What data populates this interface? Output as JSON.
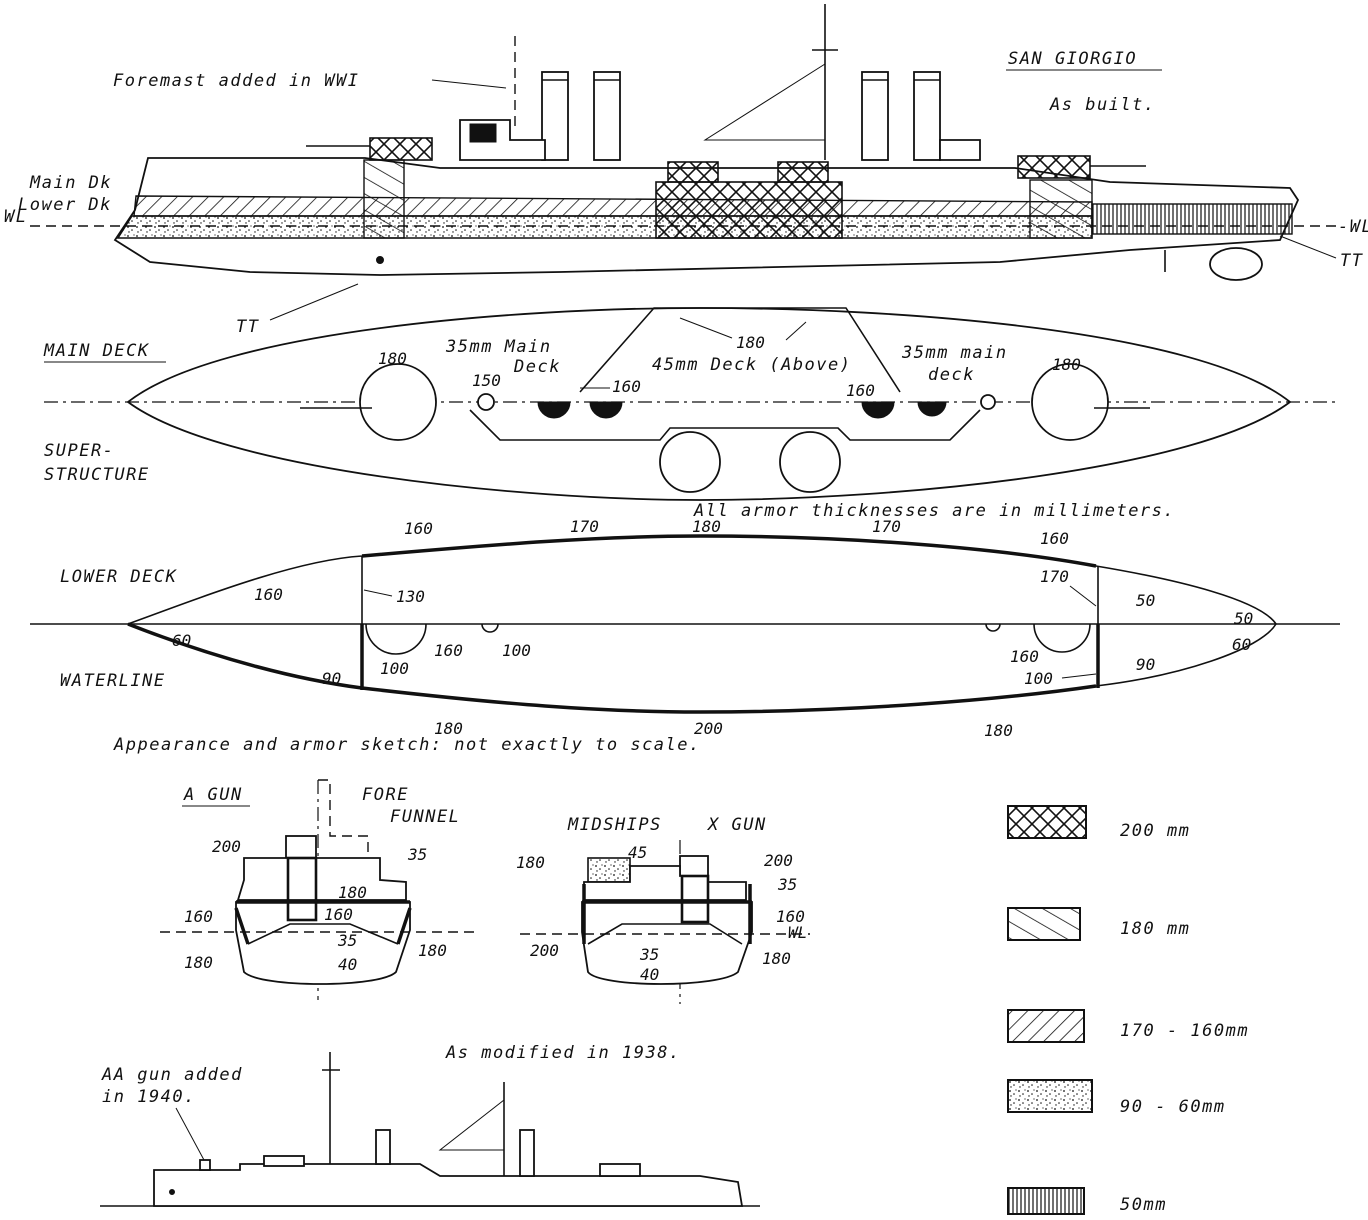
{
  "title": "SAN GIORGIO",
  "subtitle": "As built.",
  "notes": {
    "foremast": "Foremast added in WWI",
    "armor_units": "All armor thicknesses are in millimeters.",
    "sketch": "Appearance and armor sketch:  not exactly to scale.",
    "modified": "As modified in 1938.",
    "aa_gun_line1": "AA gun added",
    "aa_gun_line2": "in 1940."
  },
  "profile_labels": {
    "main_dk": "Main Dk",
    "lower_dk": "Lower Dk",
    "wl_left": "WL",
    "wl_right": "-WL",
    "tt_right": "TT",
    "tt_bottom": "TT"
  },
  "main_deck_plan": {
    "label": "MAIN DECK",
    "superstructure_1": "SUPER-",
    "superstructure_2": "STRUCTURE",
    "deck_35_left_1": "35mm Main",
    "deck_35_left_2": "Deck",
    "deck_45": "45mm Deck (Above)",
    "deck_35_right_1": "35mm main",
    "deck_35_right_2": "deck",
    "n180_left": "180",
    "n180_center": "180",
    "n180_right": "180",
    "n150": "150",
    "n160_left": "160",
    "n160_right": "160"
  },
  "lower_deck_plan": {
    "label_lower": "LOWER DECK",
    "label_waterline": "WATERLINE",
    "top_160_left": "160",
    "top_170_left": "170",
    "top_180": "180",
    "top_170_right": "170",
    "top_160_right": "160",
    "in_160": "160",
    "in_130": "130",
    "in_170": "170",
    "in_50_a": "50",
    "in_50_b": "50",
    "in_60_left": "60",
    "in_60_right": "60",
    "in_160_left": "160",
    "in_100_small": "100",
    "in_90_left": "90",
    "in_100_left": "100",
    "in_160_right": "160",
    "in_100_right": "100",
    "in_90_right": "90",
    "bot_180_left": "180",
    "bot_200": "200",
    "bot_180_right": "180"
  },
  "sections": {
    "a_gun": "A GUN",
    "fore_1": "FORE",
    "fore_2": "FUNNEL",
    "midships": "MIDSHIPS",
    "x_gun": "X GUN",
    "wl": "WL",
    "left": {
      "n200": "200",
      "n35": "35",
      "n180a": "180",
      "n160a": "160",
      "n160b": "160",
      "n35b": "35",
      "n40": "40",
      "n180b": "180",
      "n180c": "180"
    },
    "right": {
      "n180": "180",
      "n45": "45",
      "n200a": "200",
      "n35": "35",
      "n160": "160",
      "n200b": "200",
      "n35b": "35",
      "n40": "40",
      "n180b": "180"
    }
  },
  "legend": [
    {
      "label": "200 mm",
      "pattern": "crosshatch"
    },
    {
      "label": "180 mm",
      "pattern": "diagonal-wide"
    },
    {
      "label": "170 - 160mm",
      "pattern": "diagonal-narrow"
    },
    {
      "label": "90 - 60mm",
      "pattern": "stipple"
    },
    {
      "label": "50mm",
      "pattern": "vertical-lines"
    }
  ]
}
